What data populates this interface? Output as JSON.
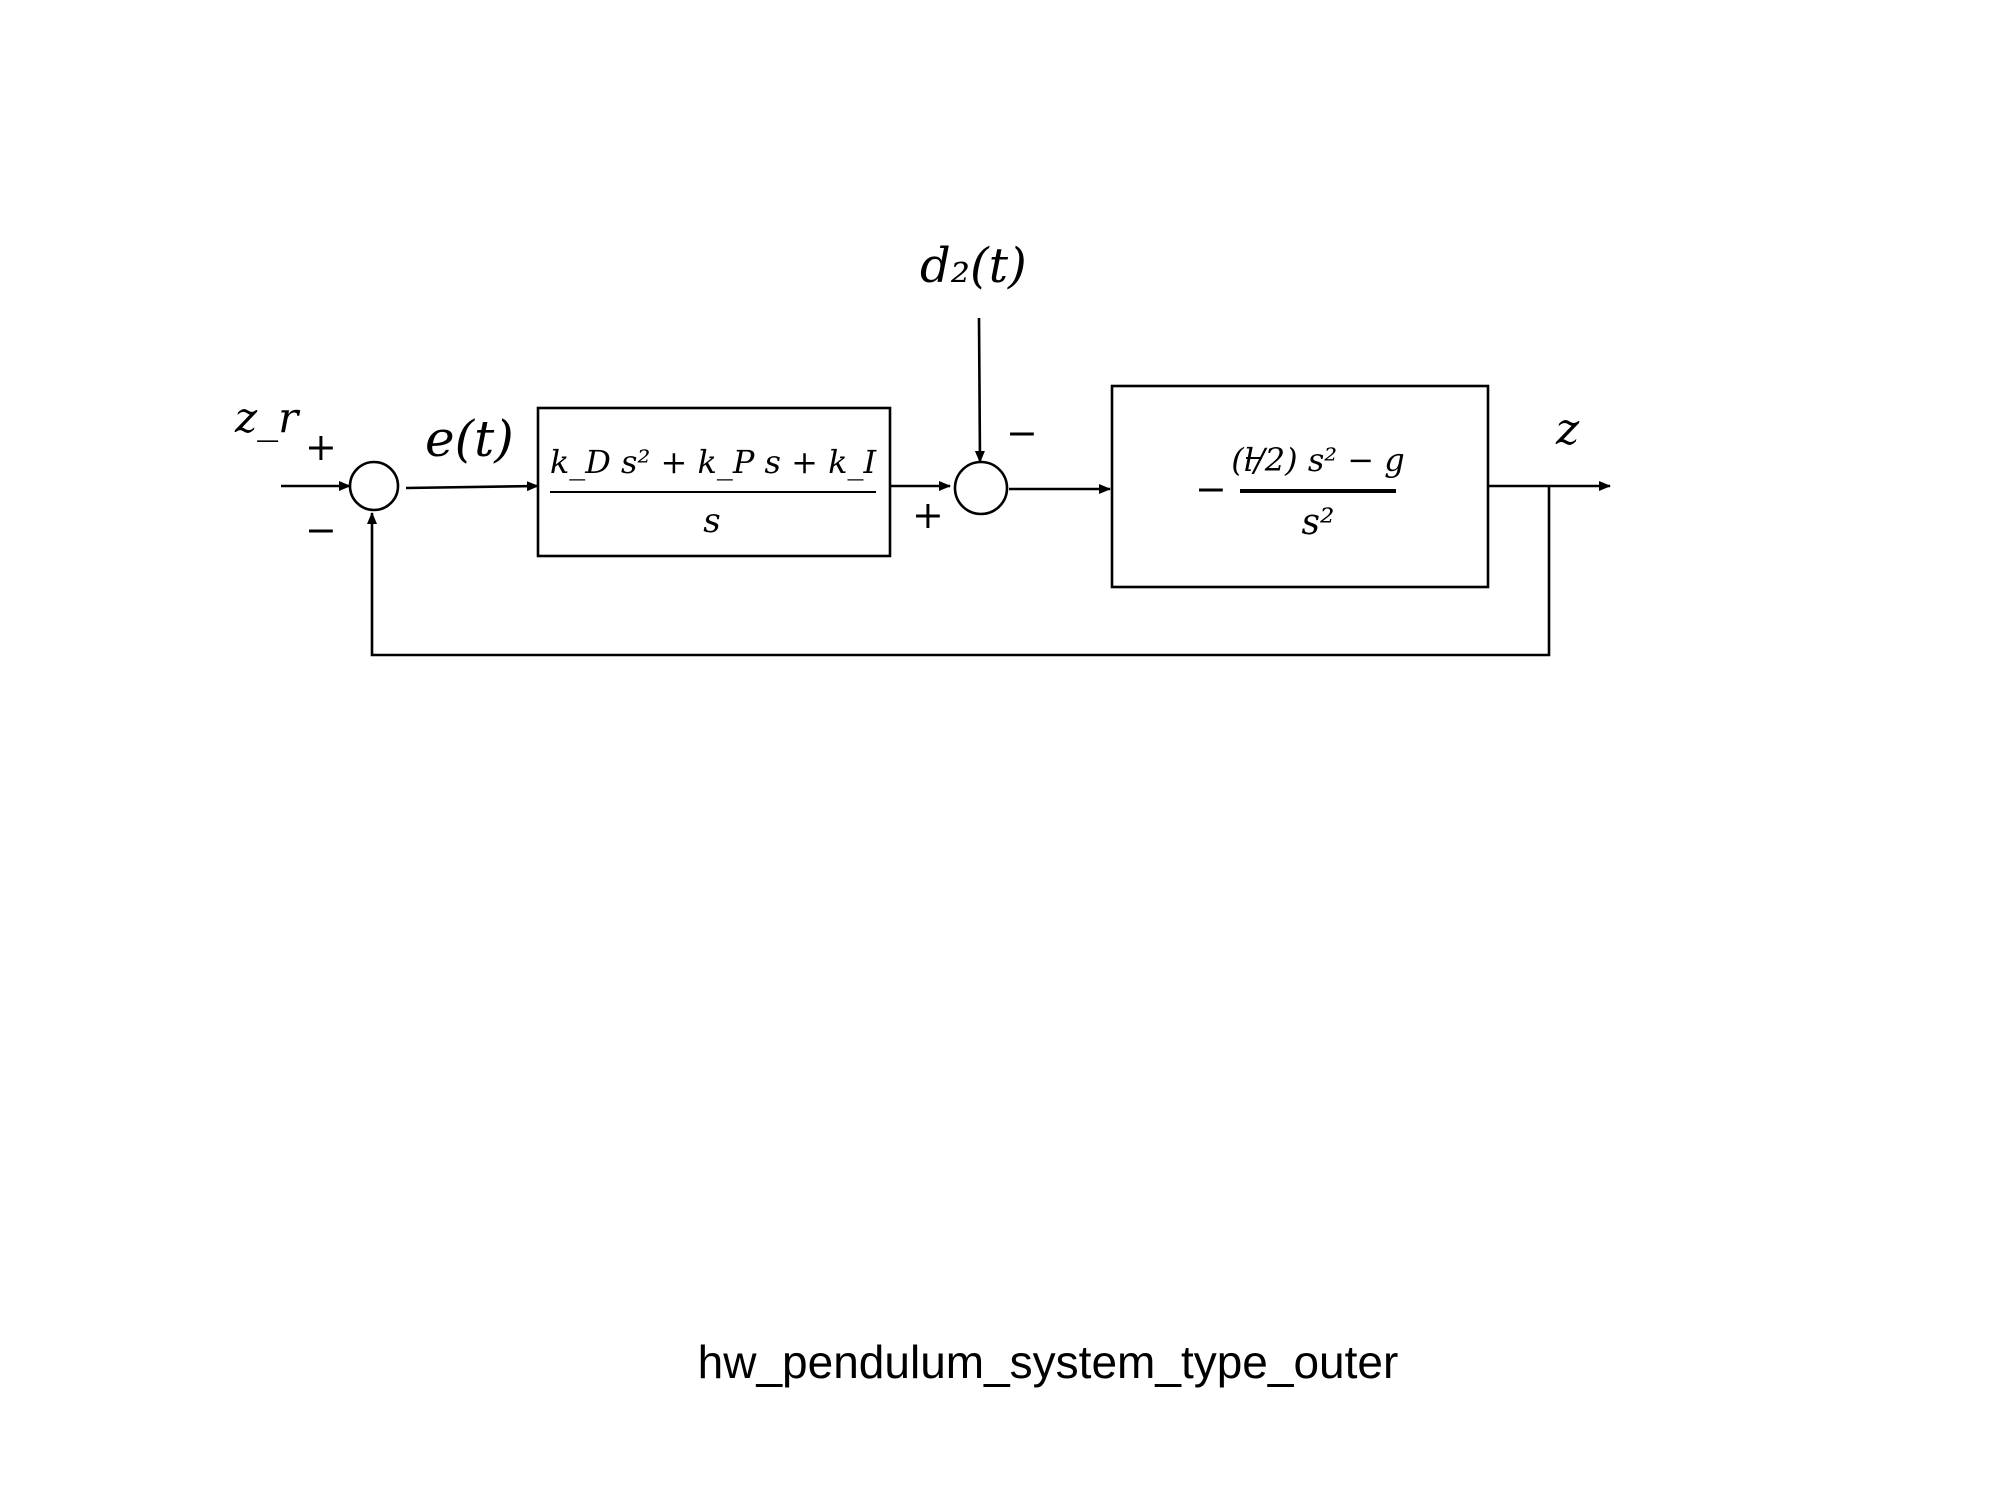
{
  "diagram": {
    "signals": {
      "reference": "z_r",
      "error": "e(t)",
      "disturbance": "d₂(t)",
      "output": "z"
    },
    "summing_junction_1": {
      "top_sign": "+",
      "bottom_sign": "−"
    },
    "summing_junction_2": {
      "top_sign": "−",
      "bottom_sign": "+"
    },
    "controller_block": {
      "numerator": "k_D s² + k_P s + k_I",
      "denominator": "s"
    },
    "plant_block": {
      "prefix": "−",
      "numerator": "(l/2) s² − g",
      "denominator": "s²"
    }
  },
  "caption": "hw_pendulum_system_type_outer"
}
